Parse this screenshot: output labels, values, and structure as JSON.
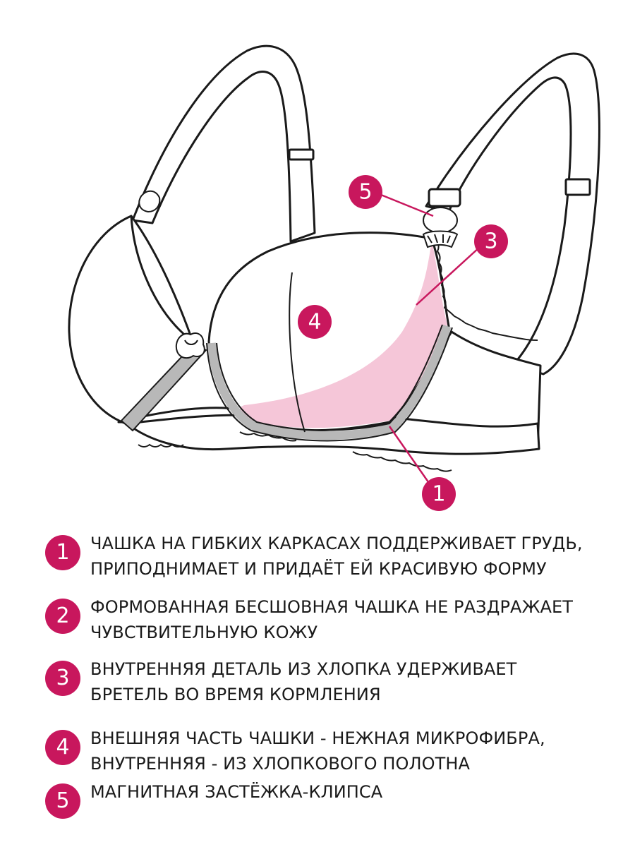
{
  "colors": {
    "accent": "#c8175d",
    "pink_lining": "#f5c6d8",
    "gray_underwire": "#b8b8b8",
    "outline": "#1a1a1a"
  },
  "markers": {
    "m1": "1",
    "m3": "3",
    "m4": "4",
    "m5": "5"
  },
  "legend": [
    {
      "num": "1",
      "lines": [
        "ЧАШКА НА ГИБКИХ КАРКАСАХ ПОДДЕРЖИВАЕТ ГРУДЬ,",
        "ПРИПОДНИМАЕТ И ПРИДАЁТ ЕЙ КРАСИВУЮ ФОРМУ"
      ]
    },
    {
      "num": "2",
      "lines": [
        "ФОРМОВАННАЯ БЕСШОВНАЯ ЧАШКА НЕ РАЗДРАЖАЕТ",
        "ЧУВСТВИТЕЛЬНУЮ КОЖУ"
      ]
    },
    {
      "num": "3",
      "lines": [
        "ВНУТРЕННЯЯ  ДЕТАЛЬ ИЗ ХЛОПКА УДЕРЖИВАЕТ",
        "БРЕТЕЛЬ ВО ВРЕМЯ КОРМЛЕНИЯ"
      ]
    },
    {
      "num": "4",
      "lines": [
        "ВНЕШНЯЯ ЧАСТЬ ЧАШКИ - НЕЖНАЯ МИКРОФИБРА,",
        "ВНУТРЕННЯЯ - ИЗ ХЛОПКОВОГО ПОЛОТНА"
      ]
    },
    {
      "num": "5",
      "lines": [
        "МАГНИТНАЯ ЗАСТЁЖКА-КЛИПСА"
      ]
    }
  ]
}
